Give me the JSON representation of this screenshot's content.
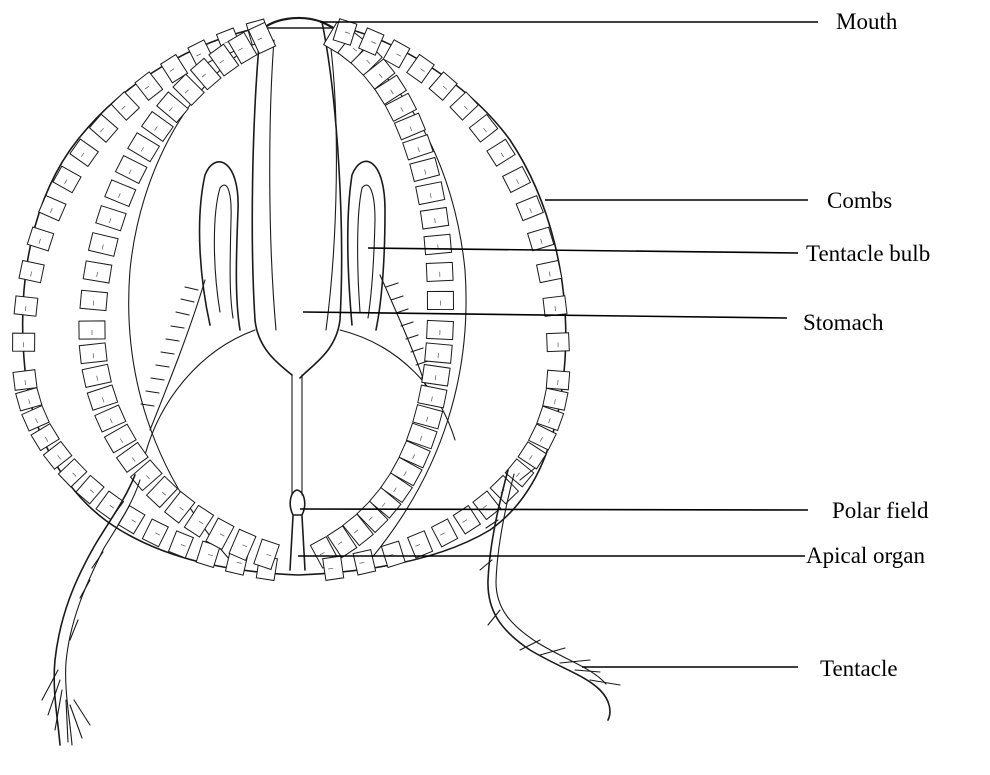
{
  "diagram": {
    "subject": "ctenophore",
    "labels": [
      {
        "key": "mouth",
        "text": "Mouth"
      },
      {
        "key": "combs",
        "text": "Combs"
      },
      {
        "key": "tentacle_bulb",
        "text": "Tentacle bulb"
      },
      {
        "key": "stomach",
        "text": "Stomach"
      },
      {
        "key": "polar_field",
        "text": "Polar field"
      },
      {
        "key": "apical_organ",
        "text": "Apical organ"
      },
      {
        "key": "tentacle",
        "text": "Tentacle"
      }
    ],
    "colors": {
      "ink": "#1a1a1a",
      "background": "#ffffff"
    }
  }
}
